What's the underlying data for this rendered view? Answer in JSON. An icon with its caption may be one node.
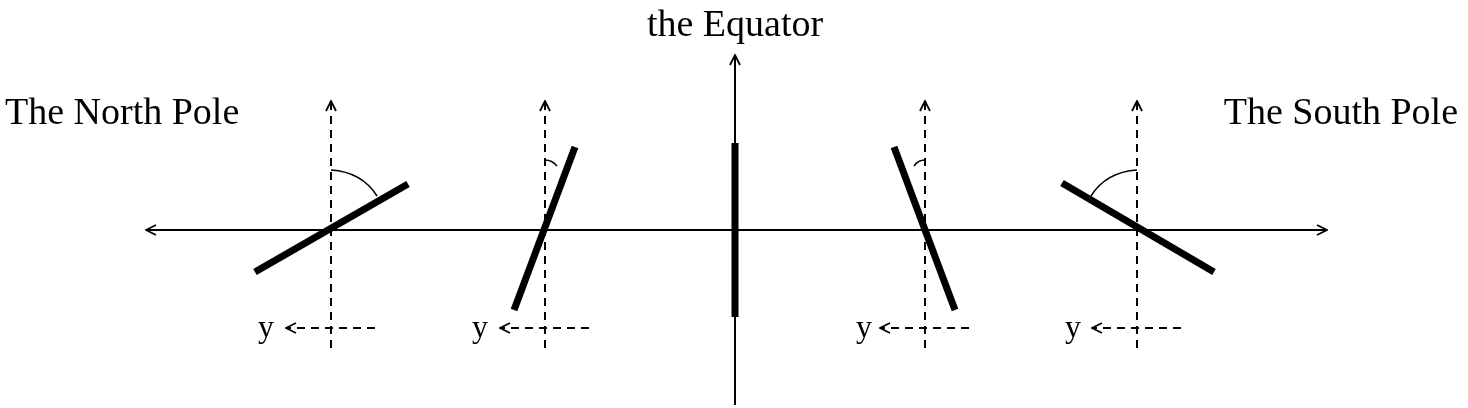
{
  "diagram": {
    "labels": [
      "the Equator",
      "The North Pole",
      "The South Pole",
      "y",
      "y",
      "y",
      "y"
    ]
  }
}
